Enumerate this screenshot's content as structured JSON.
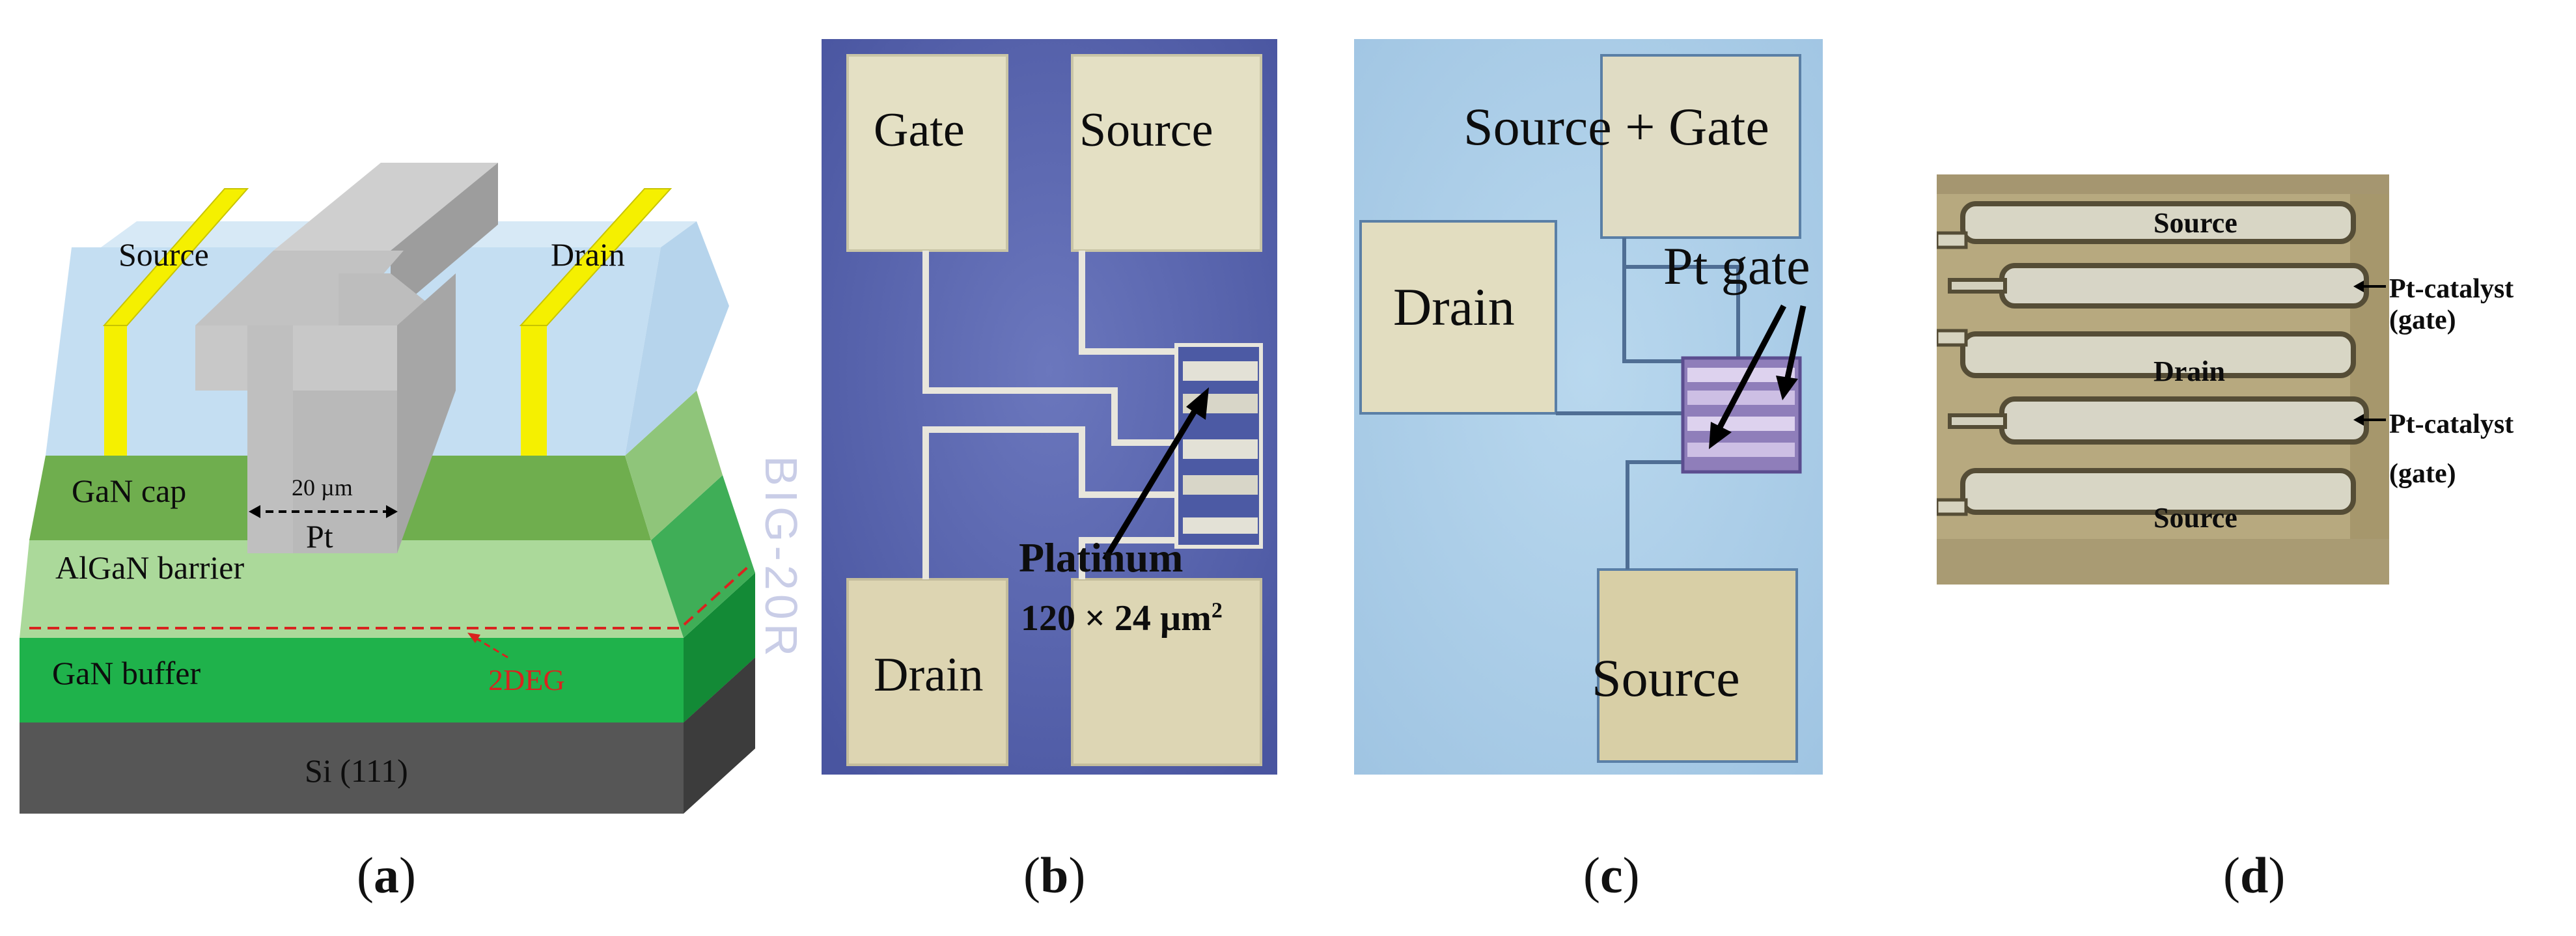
{
  "panel_a": {
    "source_label": "Source",
    "drain_label": "Drain",
    "gan_cap": "GaN cap",
    "width_label": "20 µm",
    "pt_label": "Pt",
    "algan_barrier": "AlGaN barrier",
    "gan_buffer": "GaN buffer",
    "twodeg": "2DEG",
    "si_substrate": "Si (111)",
    "caption": "a"
  },
  "panel_b": {
    "gate": "Gate",
    "source": "Source",
    "drain": "Drain",
    "platinum": "Platinum",
    "size": "120 × 24 µm",
    "size_sup": "2",
    "chip_mark": "BIG-20R",
    "caption": "b"
  },
  "panel_c": {
    "source_gate": "Source + Gate",
    "pt_gate": "Pt gate",
    "drain": "Drain",
    "source": "Source",
    "caption": "c"
  },
  "panel_d": {
    "source_top": "Source",
    "catalyst_1": "Pt-catalyst",
    "gate_1": "(gate)",
    "drain": "Drain",
    "catalyst_2": "Pt-catalyst",
    "gate_2": "(gate)",
    "source_bottom": "Source",
    "caption": "d"
  },
  "colors": {
    "yellow_contact": "#f5f000",
    "pt_grey": "#b8b8b8",
    "passivation_blue": "#c4def2",
    "gan_cap_green": "#6fae4e",
    "algan_light_green": "#abd99a",
    "gan_buffer_green": "#1fb24b",
    "si_dark": "#505050",
    "twodeg_red": "#d9231f",
    "micrograph_blue": "#5c69b2",
    "pad_cream": "#ded8b5"
  }
}
